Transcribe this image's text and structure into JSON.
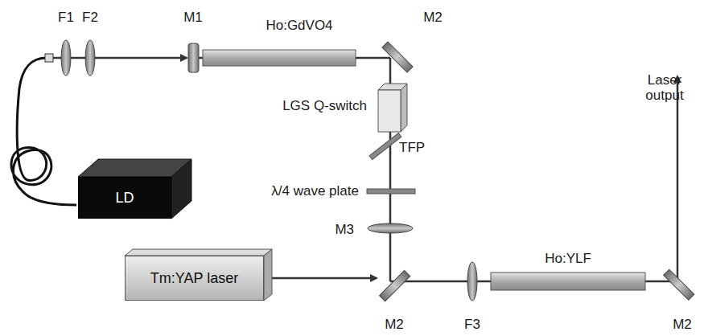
{
  "diagram": {
    "nodes": [
      {
        "text": [
          "LD"
        ]
      },
      {
        "text": [
          "Tm:YAP laser"
        ]
      }
    ],
    "labels": [
      "F1",
      "F2",
      "M1",
      "Ho:GdVO4",
      "M2",
      "LGS Q-switch",
      "TFP",
      "λ/4  wave plate",
      "M3",
      "Laser output",
      "M2",
      "F3",
      "Ho:YLF",
      "M2"
    ]
  }
}
